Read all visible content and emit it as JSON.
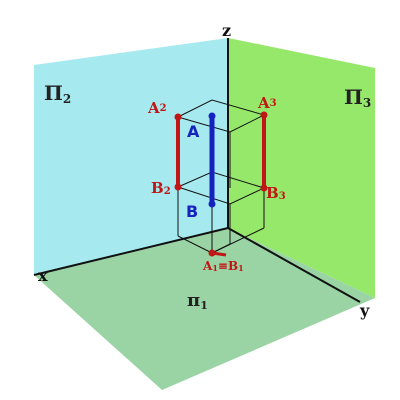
{
  "colors": {
    "frontal_plane": "#a6eaf0",
    "profile_plane": "#96e86a",
    "horizontal_plane": "#9ad4a4",
    "projection_red": "#c01616",
    "segment_blue": "#1622c0",
    "axis_black": "#111111"
  },
  "axes": {
    "x": "x",
    "y": "y",
    "z": "z"
  },
  "planes": {
    "frontal": {
      "main": "Π",
      "sub": "2"
    },
    "profile": {
      "main": "Π",
      "sub": "3"
    },
    "horizontal": {
      "main": "π",
      "sub": "1"
    }
  },
  "points": {
    "A": "A",
    "B": "B",
    "A2": {
      "main": "A",
      "sub": "2"
    },
    "B2": {
      "main": "B",
      "sub": "2"
    },
    "A3": {
      "main": "A",
      "sub": "3"
    },
    "B3": {
      "main": "B",
      "sub": "3"
    },
    "A1B1": {
      "main1": "A",
      "sub1": "1",
      "eq": "≡",
      "main2": "B",
      "sub2": "1"
    }
  }
}
